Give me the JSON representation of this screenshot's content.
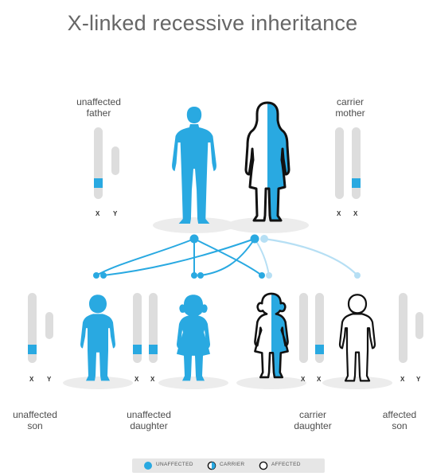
{
  "title": "X-linked recessive inheritance",
  "colors": {
    "affected_blue": "#29a9e1",
    "chromosome_gray": "#dddddd",
    "light_line": "#b6dff4",
    "outline": "#111111"
  },
  "labels": {
    "father": [
      "unaffected",
      "father"
    ],
    "mother": [
      "carrier",
      "mother"
    ],
    "son1": [
      "unaffected",
      "son"
    ],
    "daughter1": [
      "unaffected",
      "daughter"
    ],
    "daughter2": [
      "carrier",
      "daughter"
    ],
    "son2": [
      "affected",
      "son"
    ]
  },
  "chromosomes": {
    "x": "X",
    "y": "Y"
  },
  "legend": {
    "unaffected": "UNAFFECTED",
    "carrier": "CARRIER",
    "affected": "AFFECTED"
  }
}
